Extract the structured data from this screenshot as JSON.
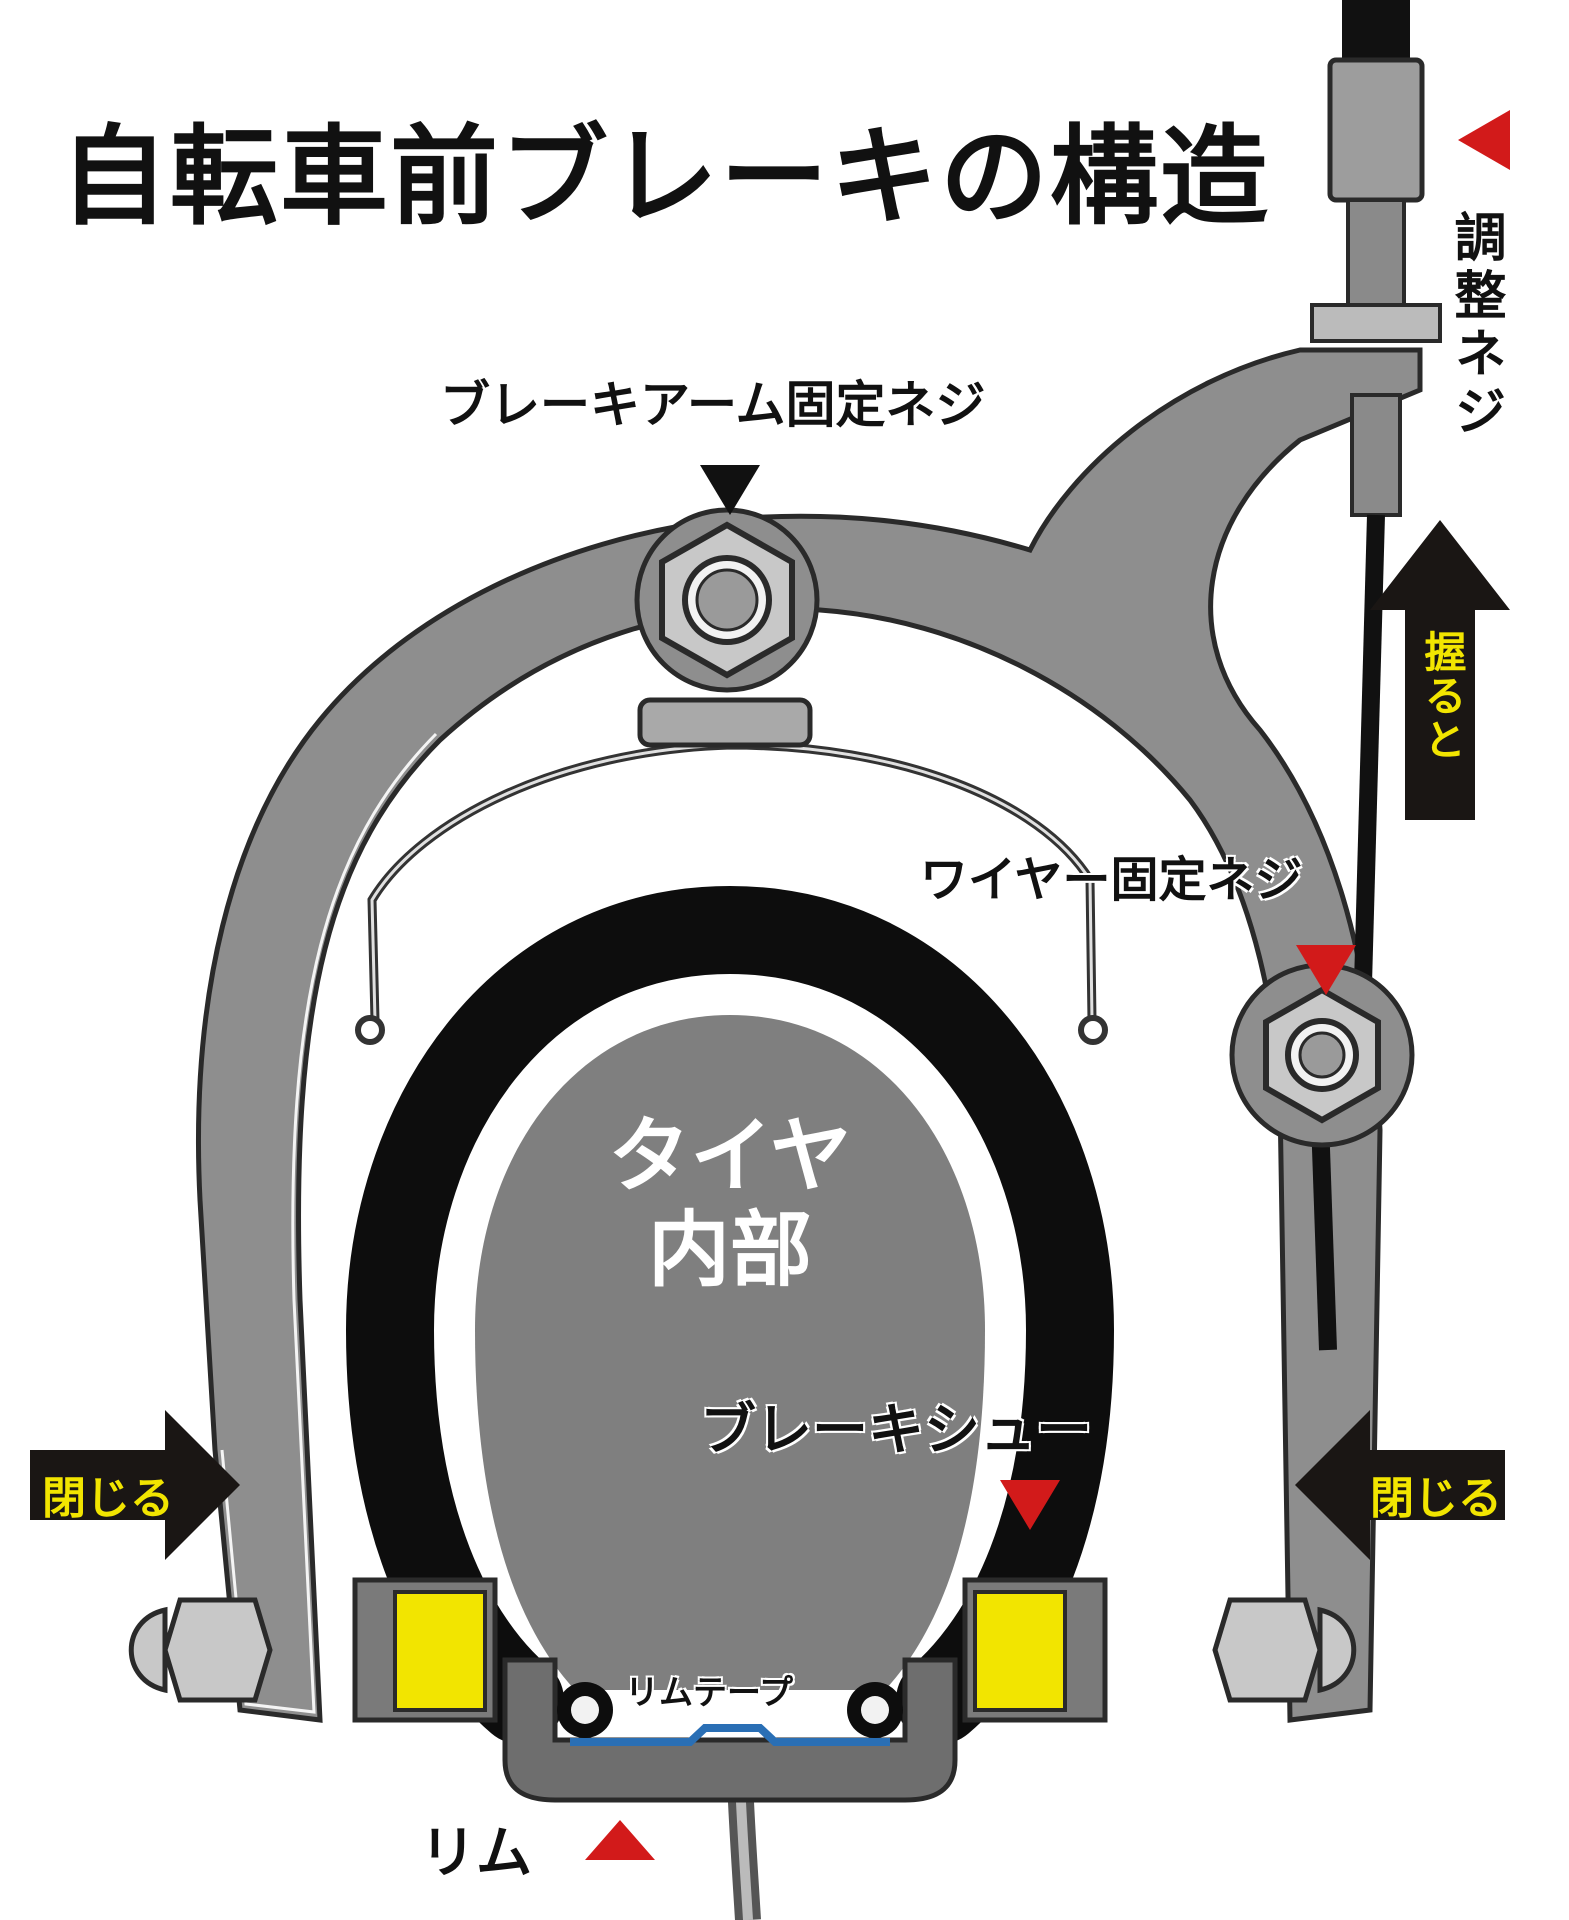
{
  "title": "自転車前ブレーキの構造",
  "labels": {
    "arm_fixing_screw": "ブレーキアーム固定ネジ",
    "adjust_screw": "調整ネジ",
    "wire_fixing_screw": "ワイヤー固定ネジ",
    "tire_inside": "タイヤ内部",
    "brake_shoe": "ブレーキシュー",
    "rim_tape": "リムテープ",
    "rim": "リム",
    "squeeze": "握ると",
    "close_left": "閉じる",
    "close_right": "閉じる"
  },
  "colors": {
    "caliper": "#8e8e8e",
    "caliper_outline": "#2a2a2a",
    "tire": "#0d0d0d",
    "inner": "#7f7f7f",
    "rim": "#6e6e6e",
    "rim_tape": "#2a6fb5",
    "shoe_pad": "#f2e500",
    "marker_red": "#d21a1a",
    "marker_black": "#111111",
    "arrow_fill": "#1a1614",
    "arrow_text": "#f2e500"
  },
  "icons": {
    "marker_arm": "down-triangle-icon",
    "marker_adjust": "left-triangle-icon",
    "marker_wire": "down-triangle-icon",
    "marker_shoe": "down-triangle-icon",
    "marker_rim": "up-triangle-icon",
    "arrow_up": "up-arrow-icon",
    "arrow_left_side": "right-arrow-icon",
    "arrow_right_side": "left-arrow-icon"
  }
}
